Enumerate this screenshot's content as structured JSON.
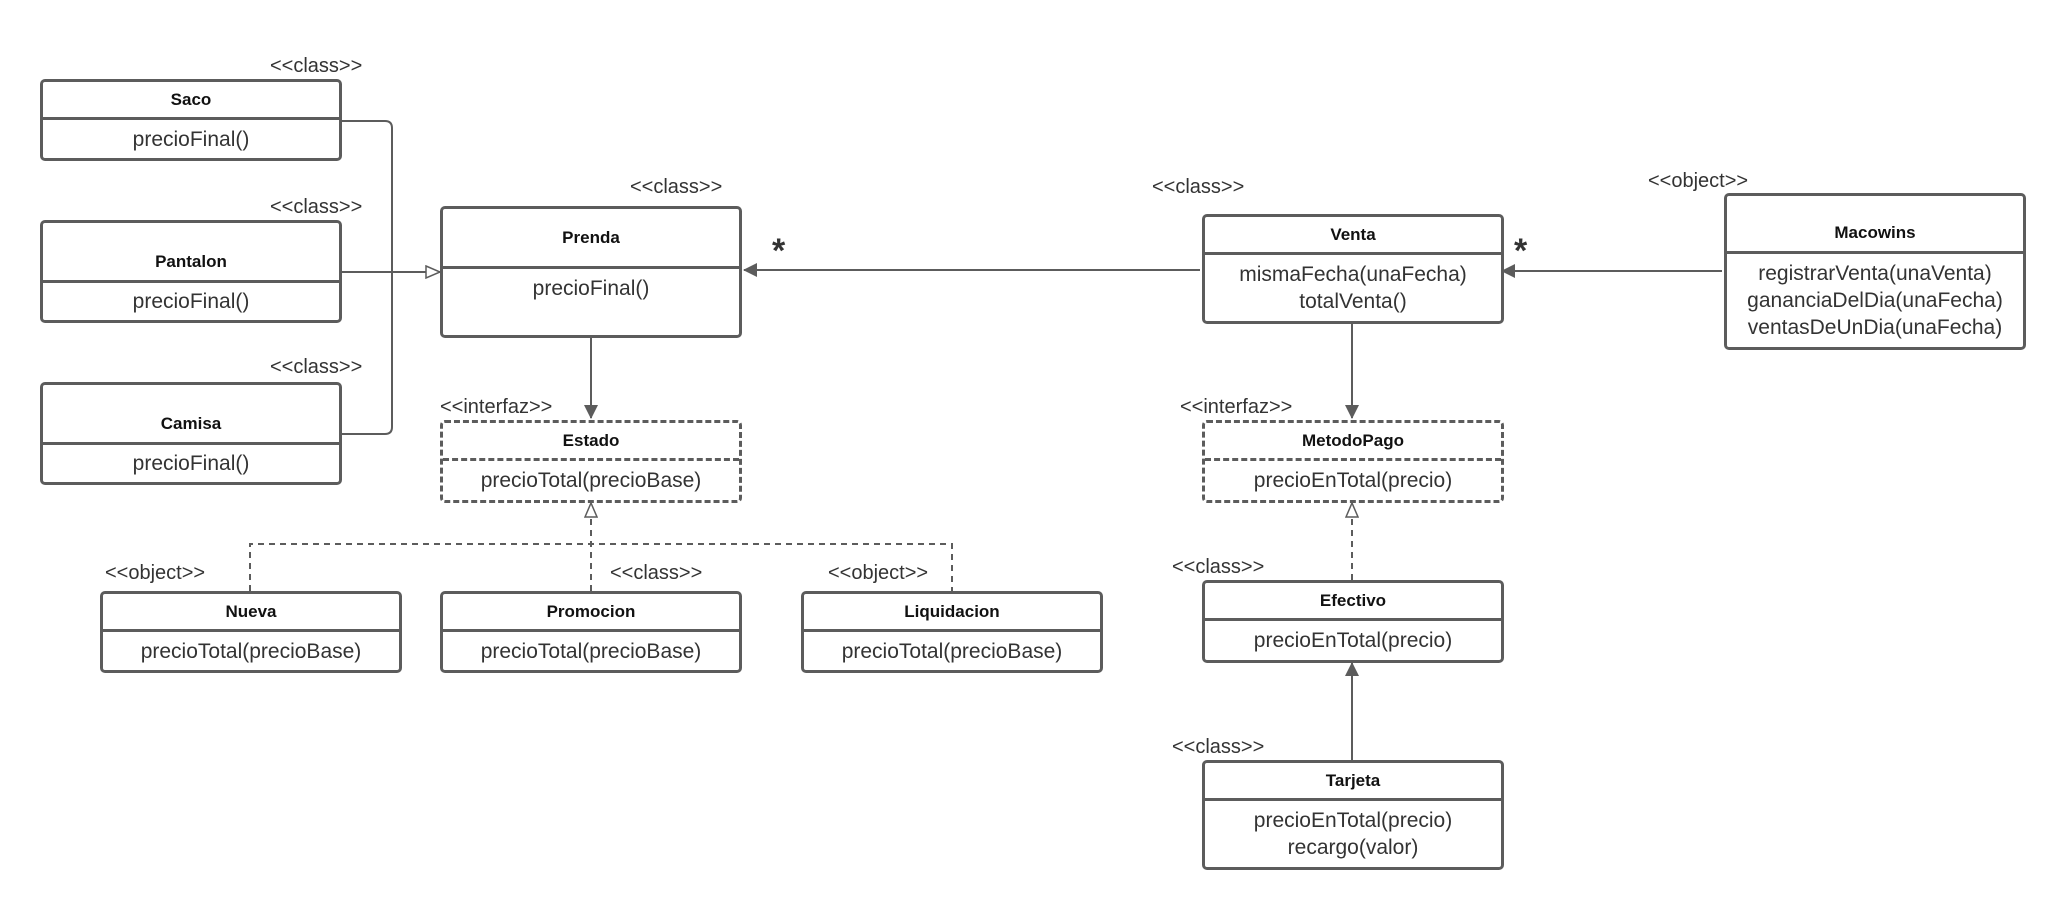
{
  "colors": {
    "line": "#5c5c5c",
    "text": "#333333",
    "background": "#ffffff"
  },
  "multiplicity": {
    "venta_to_prenda": "*",
    "macowins_to_venta": "*"
  },
  "classes": {
    "saco": {
      "stereotype": "<<class>>",
      "name": "Saco",
      "methods": [
        "precioFinal()"
      ]
    },
    "pantalon": {
      "stereotype": "<<class>>",
      "name": "Pantalon",
      "methods": [
        "precioFinal()"
      ]
    },
    "camisa": {
      "stereotype": "<<class>>",
      "name": "Camisa",
      "methods": [
        "precioFinal()"
      ]
    },
    "prenda": {
      "stereotype": "<<class>>",
      "name": "Prenda",
      "methods": [
        "precioFinal()"
      ]
    },
    "estado": {
      "stereotype": "<<interfaz>>",
      "name": "Estado",
      "methods": [
        "precioTotal(precioBase)"
      ]
    },
    "nueva": {
      "stereotype": "<<object>>",
      "name": "Nueva",
      "methods": [
        "precioTotal(precioBase)"
      ]
    },
    "promocion": {
      "stereotype": "<<class>>",
      "name": "Promocion",
      "methods": [
        "precioTotal(precioBase)"
      ]
    },
    "liquidacion": {
      "stereotype": "<<object>>",
      "name": "Liquidacion",
      "methods": [
        "precioTotal(precioBase)"
      ]
    },
    "venta": {
      "stereotype": "<<class>>",
      "name": "Venta",
      "methods": [
        "mismaFecha(unaFecha)",
        "totalVenta()"
      ]
    },
    "macowins": {
      "stereotype": "<<object>>",
      "name": "Macowins",
      "methods": [
        "registrarVenta(unaVenta)",
        "gananciaDelDia(unaFecha)",
        "ventasDeUnDia(unaFecha)"
      ]
    },
    "metodopago": {
      "stereotype": "<<interfaz>>",
      "name": "MetodoPago",
      "methods": [
        "precioEnTotal(precio)"
      ]
    },
    "efectivo": {
      "stereotype": "<<class>>",
      "name": "Efectivo",
      "methods": [
        "precioEnTotal(precio)"
      ]
    },
    "tarjeta": {
      "stereotype": "<<class>>",
      "name": "Tarjeta",
      "methods": [
        "precioEnTotal(precio)",
        "recargo(valor)"
      ]
    }
  },
  "relationships": [
    {
      "type": "inheritance",
      "from": "Saco",
      "to": "Prenda"
    },
    {
      "type": "inheritance",
      "from": "Pantalon",
      "to": "Prenda"
    },
    {
      "type": "inheritance",
      "from": "Camisa",
      "to": "Prenda"
    },
    {
      "type": "association",
      "from": "Venta",
      "to": "Prenda",
      "multiplicity": "*"
    },
    {
      "type": "association",
      "from": "Macowins",
      "to": "Venta",
      "multiplicity": "*"
    },
    {
      "type": "association",
      "from": "Prenda",
      "to": "Estado"
    },
    {
      "type": "realization",
      "from": "Nueva",
      "to": "Estado"
    },
    {
      "type": "realization",
      "from": "Promocion",
      "to": "Estado"
    },
    {
      "type": "realization",
      "from": "Liquidacion",
      "to": "Estado"
    },
    {
      "type": "association",
      "from": "Venta",
      "to": "MetodoPago"
    },
    {
      "type": "realization",
      "from": "Efectivo",
      "to": "MetodoPago"
    },
    {
      "type": "inheritance",
      "from": "Tarjeta",
      "to": "Efectivo"
    }
  ]
}
